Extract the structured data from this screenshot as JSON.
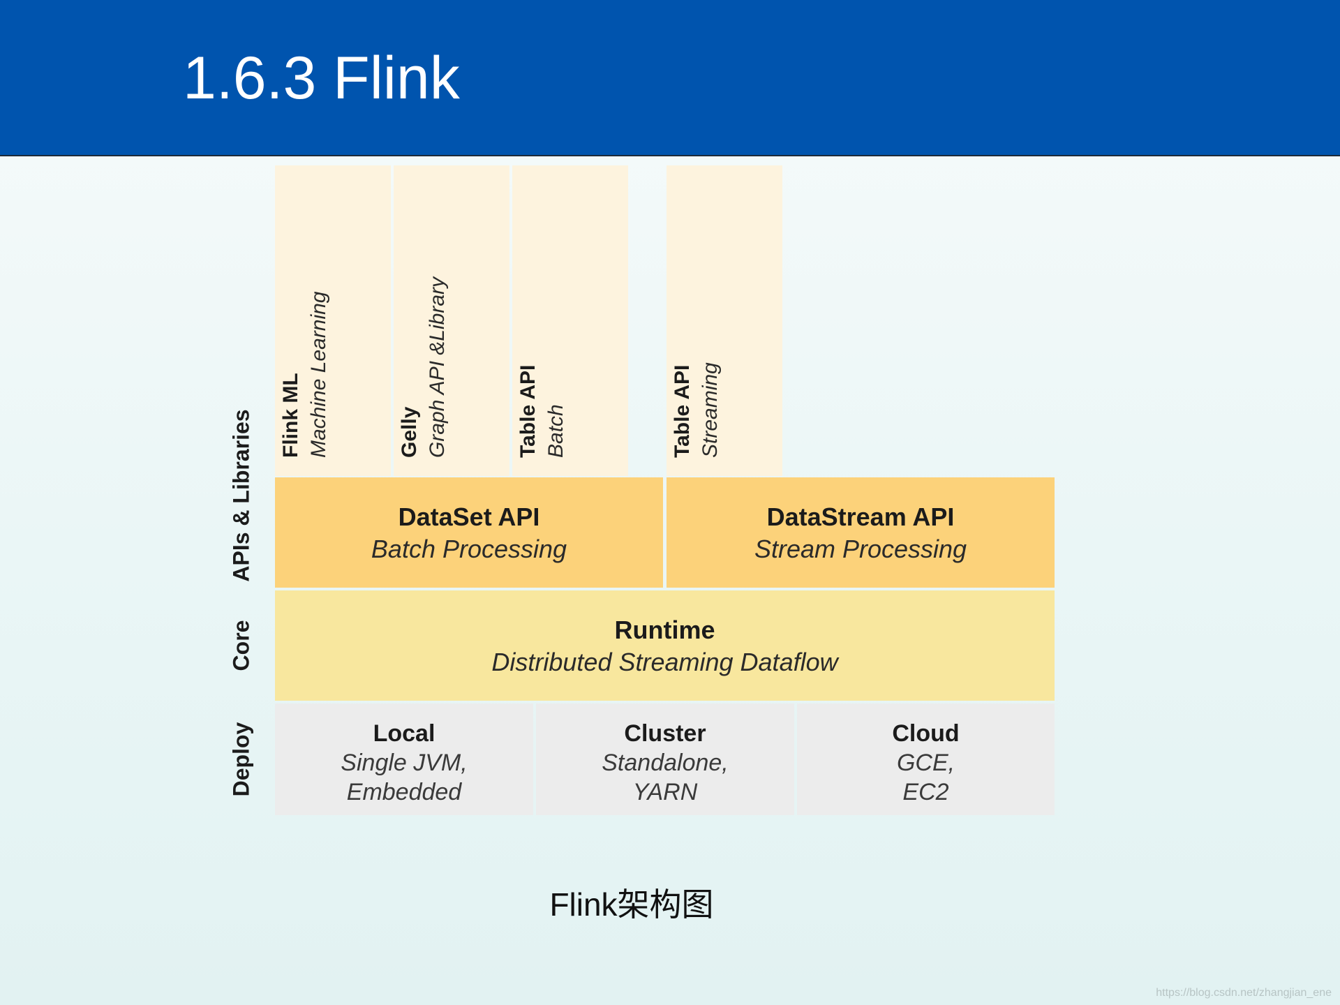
{
  "slide": {
    "title": "1.6.3 Flink"
  },
  "diagram": {
    "layers": {
      "apis": "APIs & Libraries",
      "core": "Core",
      "deploy": "Deploy"
    },
    "libraries": [
      {
        "name": "Flink ML",
        "desc": "Machine Learning"
      },
      {
        "name": "Gelly",
        "desc": "Graph API &Library"
      },
      {
        "name": "Table API",
        "desc": "Batch"
      },
      {
        "name": "Table API",
        "desc": "Streaming"
      }
    ],
    "apis": [
      {
        "title": "DataSet API",
        "subtitle": "Batch Processing"
      },
      {
        "title": "DataStream API",
        "subtitle": "Stream Processing"
      }
    ],
    "core": {
      "title": "Runtime",
      "subtitle": "Distributed Streaming Dataflow"
    },
    "deploy": [
      {
        "title": "Local",
        "line1": "Single JVM,",
        "line2": "Embedded"
      },
      {
        "title": "Cluster",
        "line1": "Standalone,",
        "line2": "YARN"
      },
      {
        "title": "Cloud",
        "line1": "GCE,",
        "line2": "EC2"
      }
    ],
    "colors": {
      "header": "#0054ae",
      "libraries": "#fdf3de",
      "apis": "#fcd27a",
      "core": "#f8e79e",
      "deploy": "#ececec"
    }
  },
  "caption": "Flink架构图",
  "watermark": "https://blog.csdn.net/zhangjian_ene"
}
